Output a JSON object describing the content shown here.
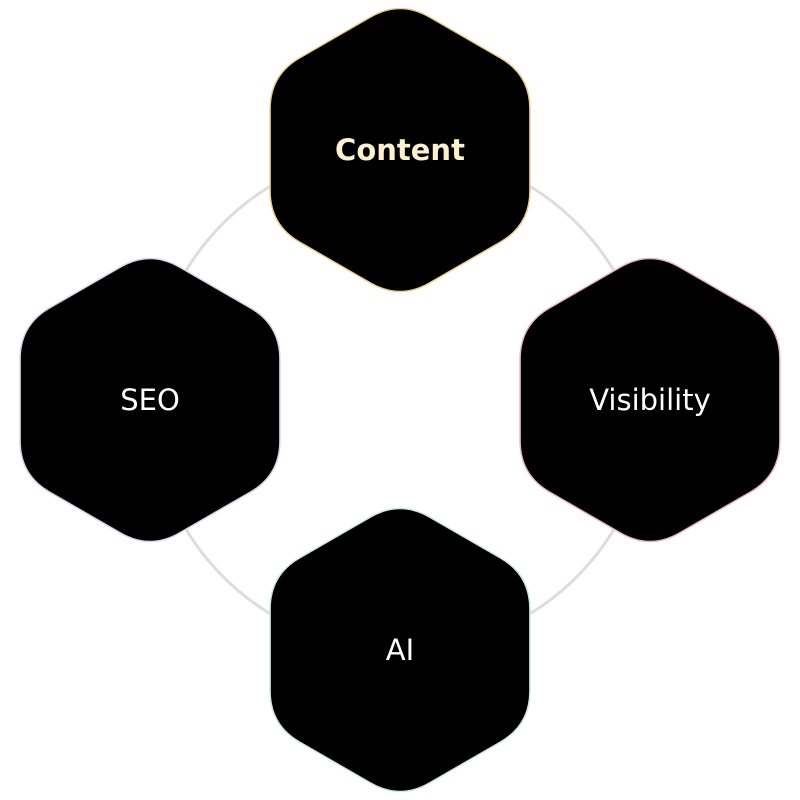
{
  "diagram": {
    "ring_color": "#dddddd",
    "nodes": [
      {
        "id": "content",
        "label": "Content",
        "position": "top",
        "border_color": "#e9cf8a",
        "text_color": "#fbf0cf",
        "bold": true
      },
      {
        "id": "seo",
        "label": "SEO",
        "position": "left",
        "border_color": "#d8d3ea",
        "text_color": "#ffffff",
        "bold": false
      },
      {
        "id": "visibility",
        "label": "Visibility",
        "position": "right",
        "border_color": "#e8b7c4",
        "text_color": "#ffffff",
        "bold": false
      },
      {
        "id": "ai",
        "label": "AI",
        "position": "bottom",
        "border_color": "#cfe6e2",
        "text_color": "#ffffff",
        "bold": false
      }
    ]
  }
}
